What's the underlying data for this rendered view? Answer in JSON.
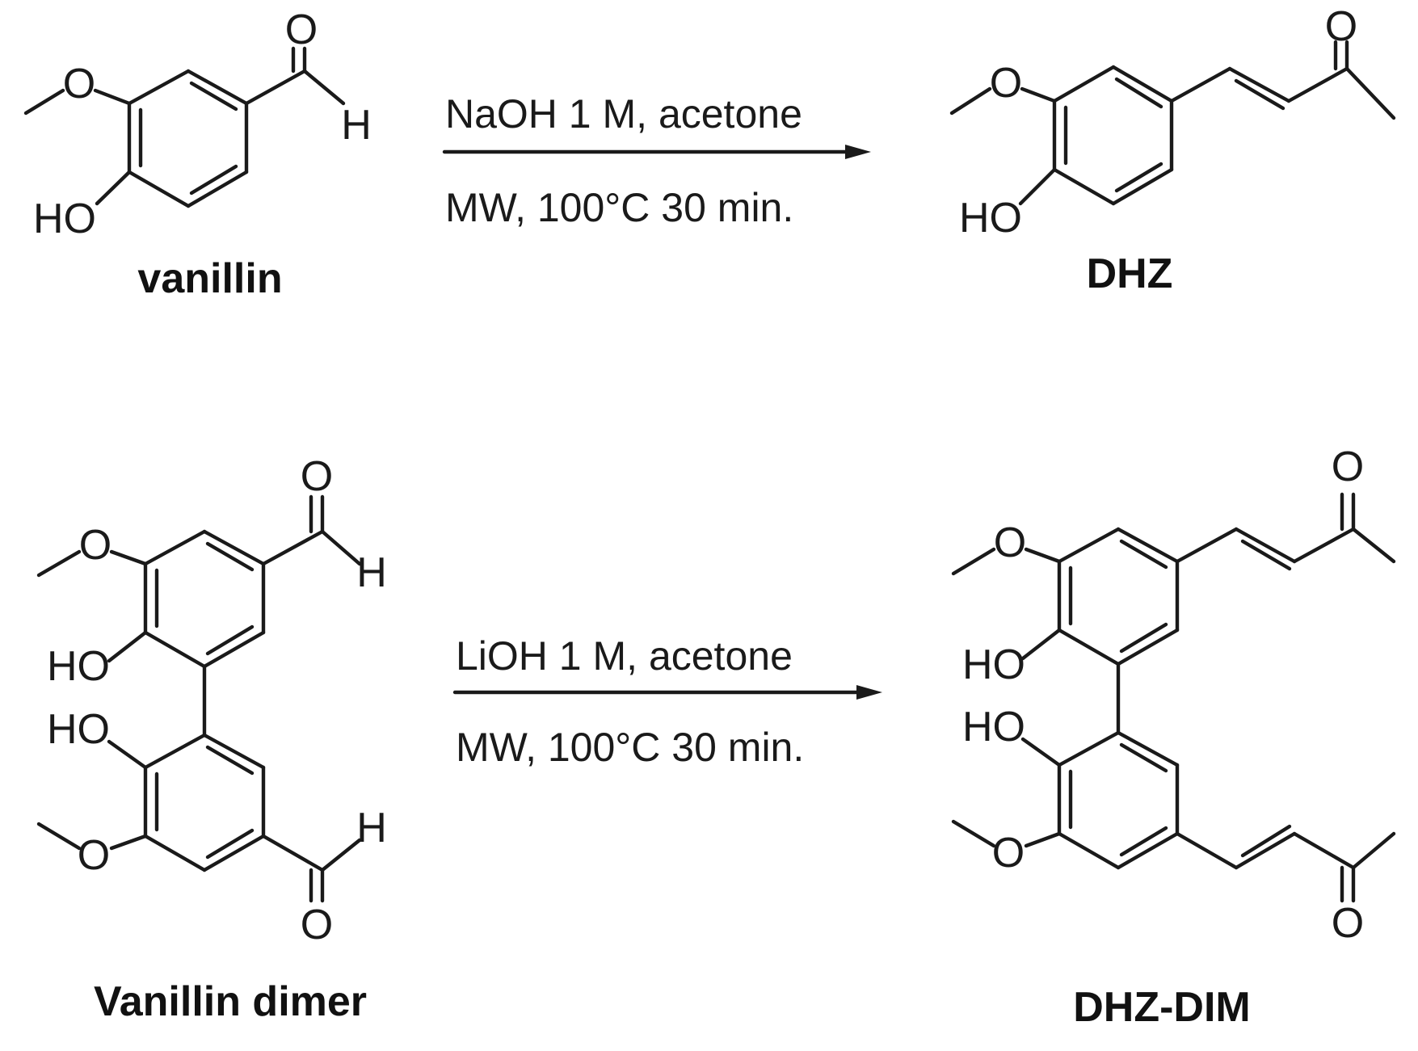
{
  "reactions": [
    {
      "reactant": {
        "name": "vanillin",
        "atoms": {
          "methoxy_o": "O",
          "hydroxyl": "HO",
          "carbonyl_o": "O",
          "aldehyde_h": "H"
        }
      },
      "conditions": {
        "above": "NaOH 1 M, acetone",
        "below": "MW, 100°C 30 min."
      },
      "product": {
        "name": "DHZ",
        "atoms": {
          "methoxy_o": "O",
          "hydroxyl": "HO",
          "carbonyl_o": "O"
        }
      }
    },
    {
      "reactant": {
        "name": "Vanillin dimer",
        "atoms": {
          "methoxy_o_top": "O",
          "hydroxyl_top": "HO",
          "carbonyl_o_top": "O",
          "aldehyde_h_top": "H",
          "hydroxyl_bottom": "HO",
          "methoxy_o_bottom": "O",
          "carbonyl_o_bottom": "O",
          "aldehyde_h_bottom": "H"
        }
      },
      "conditions": {
        "above": "LiOH 1 M, acetone",
        "below": "MW, 100°C 30 min."
      },
      "product": {
        "name": "DHZ-DIM",
        "atoms": {
          "methoxy_o_top": "O",
          "hydroxyl_top": "HO",
          "carbonyl_o_top": "O",
          "hydroxyl_bottom": "HO",
          "methoxy_o_bottom": "O",
          "carbonyl_o_bottom": "O"
        }
      }
    }
  ]
}
